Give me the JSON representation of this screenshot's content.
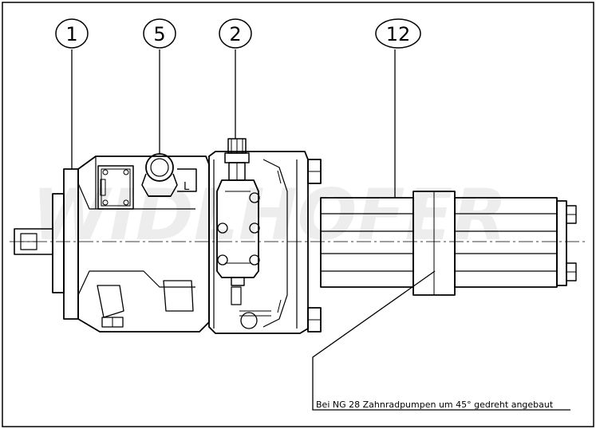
{
  "balloons": [
    {
      "id": "1",
      "label": "1"
    },
    {
      "id": "5",
      "label": "5"
    },
    {
      "id": "2",
      "label": "2"
    },
    {
      "id": "12",
      "label": "12"
    }
  ],
  "port_label": "L",
  "note": "Bei NG 28 Zahnradpumpen um 45° gedreht angebaut",
  "watermark": "WIDLHOFER"
}
